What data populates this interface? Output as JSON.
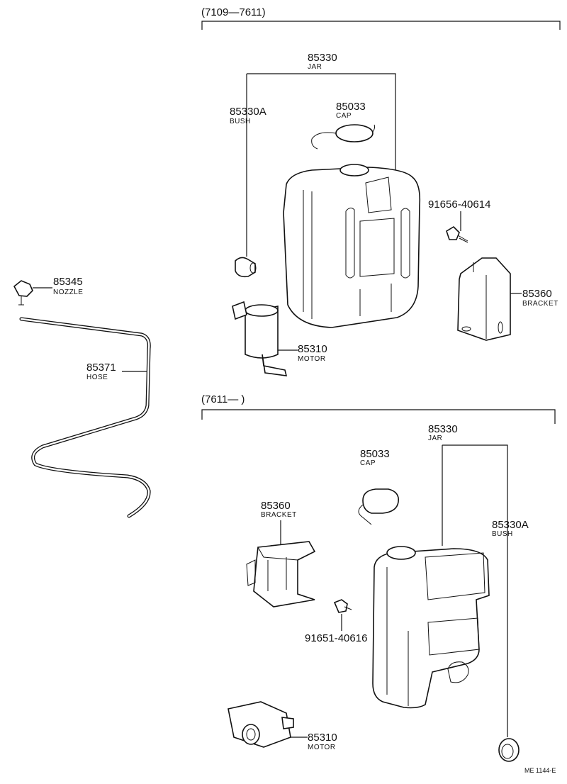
{
  "sections": {
    "upper": "(7109—7611)",
    "lower": "(7611—        )"
  },
  "parts": {
    "upper_jar": {
      "number": "85330",
      "name": "JAR"
    },
    "upper_bush": {
      "number": "85330A",
      "name": "BUSH"
    },
    "upper_cap": {
      "number": "85033",
      "name": "CAP"
    },
    "upper_bolt": {
      "number": "91656-40614"
    },
    "upper_bracket": {
      "number": "85360",
      "name": "BRACKET"
    },
    "upper_motor": {
      "number": "85310",
      "name": "MOTOR"
    },
    "nozzle": {
      "number": "85345",
      "name": "NOZZLE"
    },
    "hose": {
      "number": "85371",
      "name": "HOSE"
    },
    "lower_jar": {
      "number": "85330",
      "name": "JAR"
    },
    "lower_cap": {
      "number": "85033",
      "name": "CAP"
    },
    "lower_bracket": {
      "number": "85360",
      "name": "BRACKET"
    },
    "lower_bush": {
      "number": "85330A",
      "name": "BUSH"
    },
    "lower_bolt": {
      "number": "91651-40616"
    },
    "lower_motor": {
      "number": "85310",
      "name": "MOTOR"
    }
  },
  "diagram_code": "ME 1144-E"
}
